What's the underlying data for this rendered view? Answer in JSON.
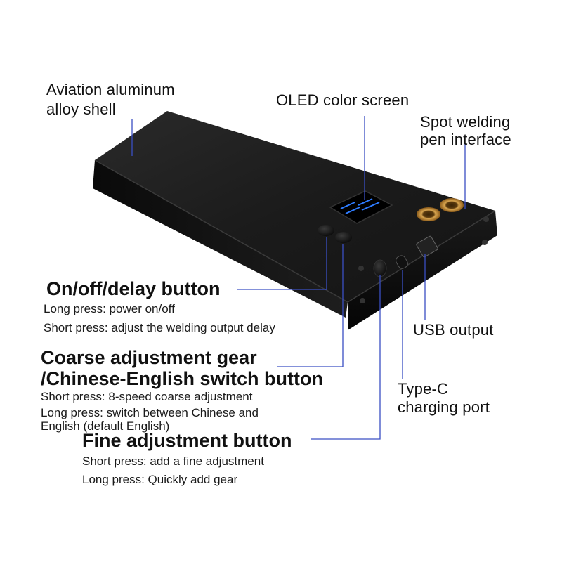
{
  "labels": {
    "shell": {
      "line1": "Aviation aluminum",
      "line2": "alloy shell"
    },
    "oled": "OLED color screen",
    "pen": {
      "line1": "Spot welding",
      "line2": "pen interface"
    },
    "usb": "USB output",
    "typec": {
      "line1": "Type-C",
      "line2": "charging port"
    }
  },
  "buttons": {
    "onoff": {
      "title": "On/off/delay button",
      "desc1": "Long press: power on/off",
      "desc2": "Short press: adjust the welding output delay"
    },
    "coarse": {
      "title1": "Coarse adjustment gear",
      "title2": "/Chinese-English switch button",
      "desc1": "Short press: 8-speed coarse adjustment",
      "desc2": "Long press: switch between Chinese and",
      "desc3": "English (default English)"
    },
    "fine": {
      "title": "Fine adjustment button",
      "desc1": "Short press: add a fine adjustment",
      "desc2": "Long press: Quickly add gear"
    }
  },
  "colors": {
    "leader": "#3a4fc4",
    "body_top": "#1c1c1c",
    "body_front": "#0c0c0c",
    "brass": "#b07a2a",
    "screen_text": "#2e7cff"
  }
}
